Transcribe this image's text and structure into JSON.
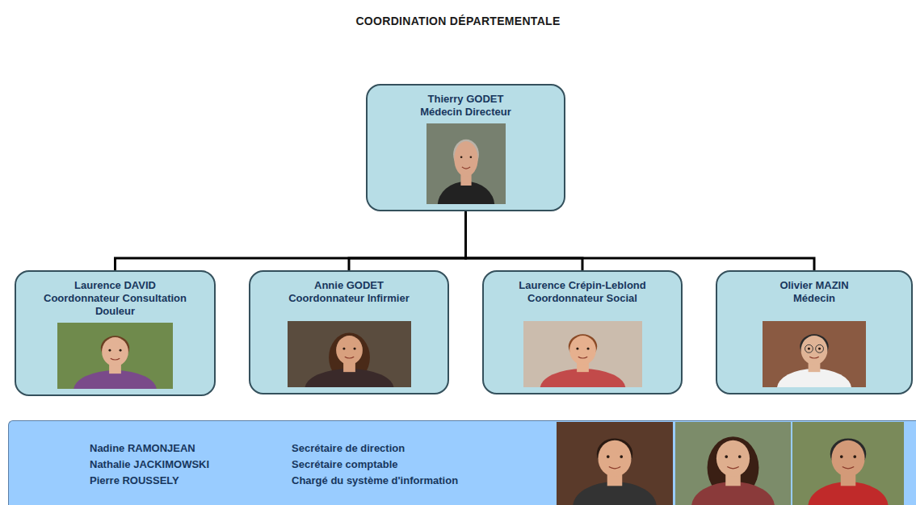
{
  "diagram": {
    "title": "COORDINATION DÉPARTEMENTALE",
    "nodes": [
      {
        "text": [
          "Thierry GODET",
          "Médecin Directeur"
        ]
      },
      {
        "text": [
          "Laurence DAVID",
          "Coordonnateur Consultation Douleur"
        ]
      },
      {
        "text": [
          "Annie GODET",
          "Coordonnateur Infirmier"
        ]
      },
      {
        "text": [
          "Laurence Crépin-Leblond",
          "Coordonnateur Social"
        ]
      },
      {
        "text": [
          "Olivier MAZIN",
          "Médecin"
        ]
      },
      {
        "text": [
          "Nadine RAMONJEAN",
          "Secrétaire de direction",
          "Nathalie JACKIMOWSKI",
          "Secrétaire comptable",
          "Pierre ROUSSELY",
          "Chargé du système d'information"
        ]
      }
    ],
    "edges": [
      {
        "from": 0,
        "to": 1,
        "arrow": "none"
      },
      {
        "from": 0,
        "to": 2,
        "arrow": "none"
      },
      {
        "from": 0,
        "to": 3,
        "arrow": "none"
      },
      {
        "from": 0,
        "to": 4,
        "arrow": "none"
      }
    ]
  }
}
